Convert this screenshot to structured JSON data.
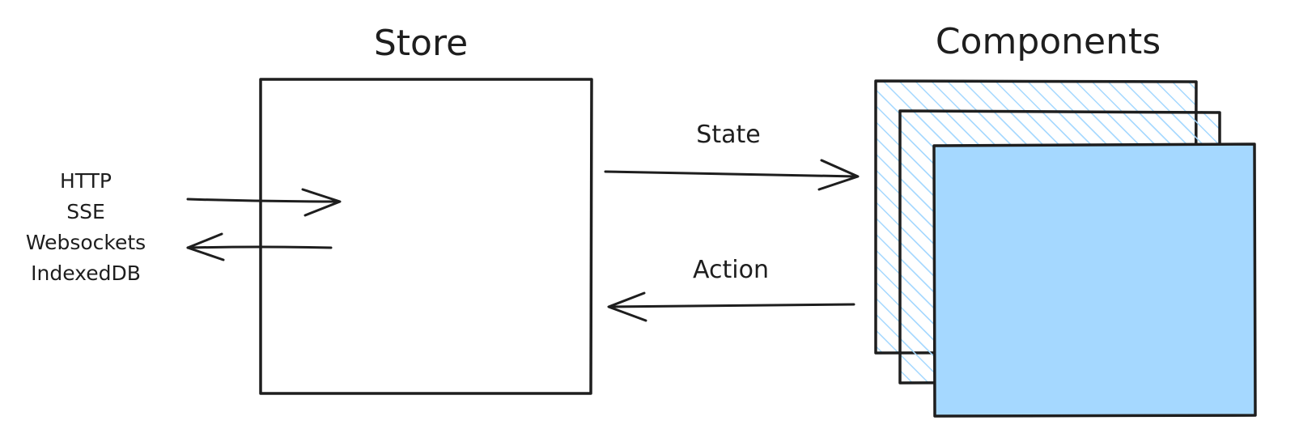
{
  "store": {
    "title": "Store"
  },
  "components": {
    "title": "Components"
  },
  "edges": {
    "state": "State",
    "action": "Action"
  },
  "sources": [
    "HTTP",
    "SSE",
    "Websockets",
    "IndexedDB"
  ],
  "colors": {
    "stroke": "#1e1e1e",
    "component_fill": "#a5d8ff",
    "hatch": "#a5d8ff",
    "background": "#ffffff"
  }
}
